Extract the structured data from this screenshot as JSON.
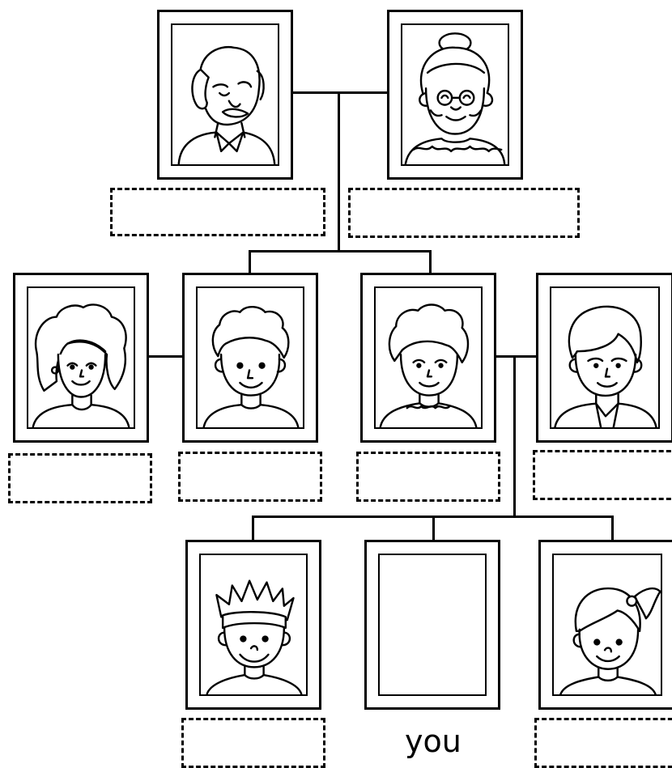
{
  "labels": {
    "you": "you"
  },
  "people": [
    {
      "id": "grandfather",
      "icon": "grandfather-portrait-icon"
    },
    {
      "id": "grandmother",
      "icon": "grandmother-portrait-icon"
    },
    {
      "id": "aunt",
      "icon": "aunt-portrait-icon"
    },
    {
      "id": "uncle",
      "icon": "uncle-portrait-icon"
    },
    {
      "id": "mother",
      "icon": "mother-portrait-icon"
    },
    {
      "id": "father",
      "icon": "father-portrait-icon"
    },
    {
      "id": "brother",
      "icon": "brother-portrait-icon"
    },
    {
      "id": "you",
      "icon": "empty-portrait-frame"
    },
    {
      "id": "sister",
      "icon": "sister-portrait-icon"
    }
  ],
  "colors": {
    "line": "#000000",
    "background": "#ffffff"
  }
}
